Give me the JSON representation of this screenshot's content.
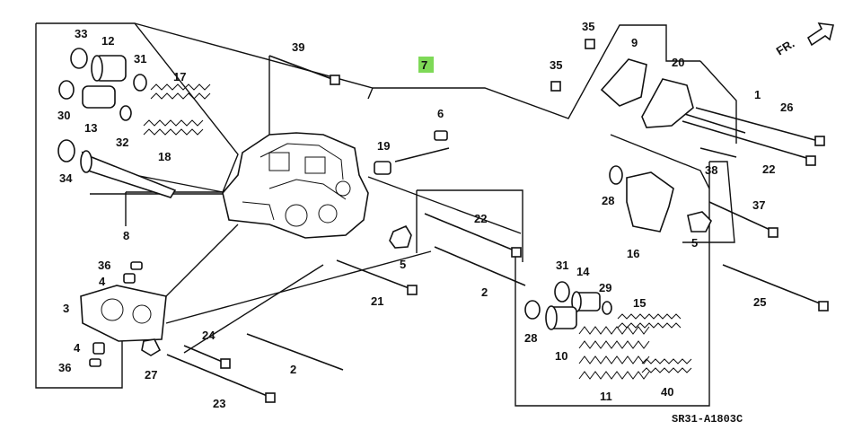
{
  "diagram": {
    "part_code": "SR31-A1803C",
    "direction_label": "FR.",
    "highlight_color": "#7ed957",
    "labels": {
      "p33": "33",
      "p12": "12",
      "p31a": "31",
      "p17": "17",
      "p30": "30",
      "p13": "13",
      "p32": "32",
      "p18": "18",
      "p34": "34",
      "p8": "8",
      "p39": "39",
      "p7": "7",
      "p6": "6",
      "p19": "19",
      "p35a": "35",
      "p35b": "35",
      "p9": "9",
      "p20": "20",
      "p1": "1",
      "p26": "26",
      "p38a": "38",
      "p22a": "22",
      "p28a": "28",
      "p37": "37",
      "p16": "16",
      "p5a": "5",
      "p5b": "5",
      "p22b": "22",
      "p25": "25",
      "p36a": "36",
      "p4a": "4",
      "p3": "3",
      "p4b": "4",
      "p36b": "36",
      "p27": "27",
      "p24": "24",
      "p23": "23",
      "p2a": "2",
      "p21": "21",
      "p2b": "2",
      "p31b": "31",
      "p14": "14",
      "p29": "29",
      "p15": "15",
      "p28b": "28",
      "p10": "10",
      "p11": "11",
      "p40": "40"
    }
  }
}
